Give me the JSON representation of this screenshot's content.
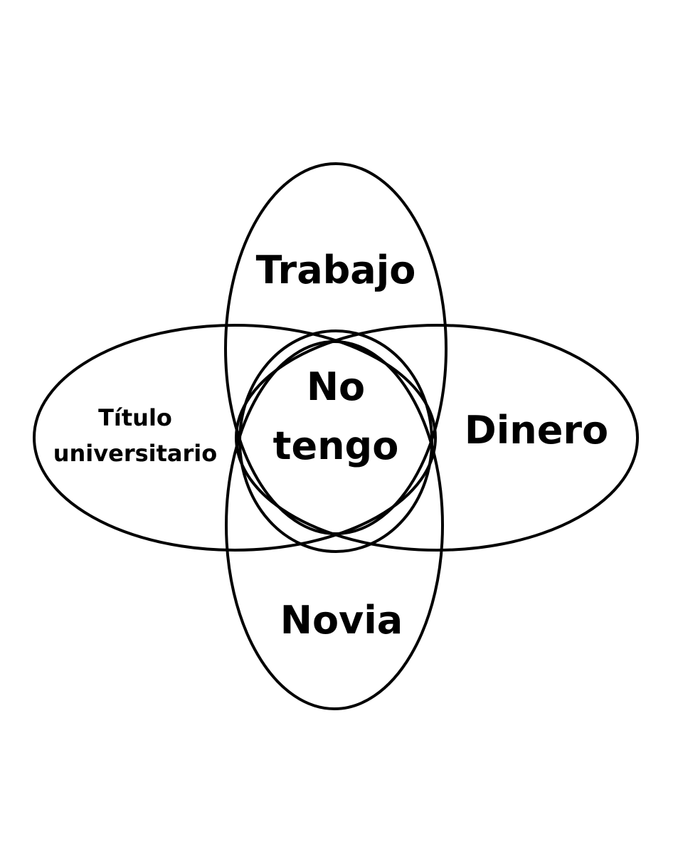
{
  "diagram": {
    "sets": {
      "top": "Trabajo",
      "left": [
        "Título",
        "universitario"
      ],
      "right": "Dinero",
      "bottom": "Novia"
    },
    "intersection": [
      "No",
      "tengo"
    ]
  }
}
